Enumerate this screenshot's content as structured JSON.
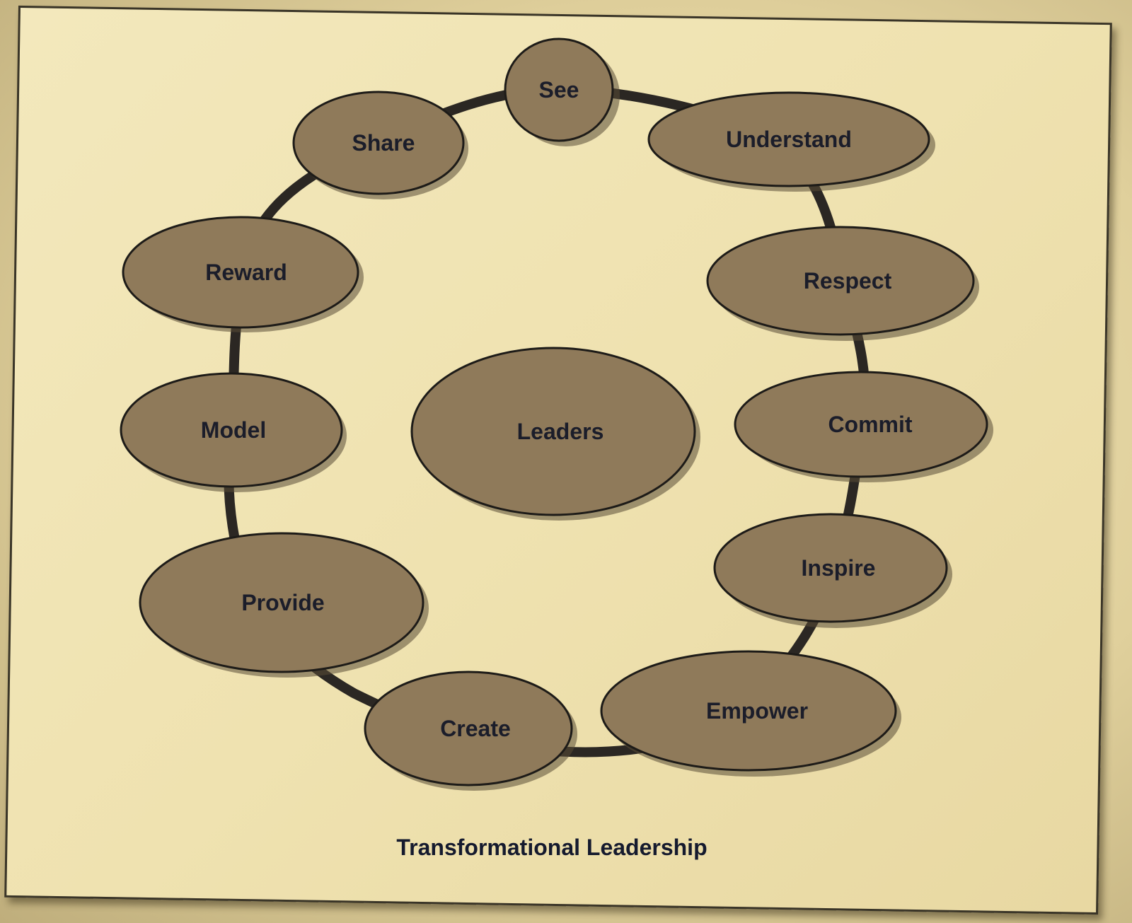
{
  "diagram": {
    "caption": "Transformational Leadership",
    "center": {
      "label": "Leaders"
    },
    "cycle": [
      {
        "id": "see",
        "label": "See"
      },
      {
        "id": "understand",
        "label": "Understand"
      },
      {
        "id": "respect",
        "label": "Respect"
      },
      {
        "id": "commit",
        "label": "Commit"
      },
      {
        "id": "inspire",
        "label": "Inspire"
      },
      {
        "id": "empower",
        "label": "Empower"
      },
      {
        "id": "create",
        "label": "Create"
      },
      {
        "id": "provide",
        "label": "Provide"
      },
      {
        "id": "model",
        "label": "Model"
      },
      {
        "id": "reward",
        "label": "Reward"
      },
      {
        "id": "share",
        "label": "Share"
      }
    ],
    "colors": {
      "node_fill": "#8f7a5a",
      "node_stroke": "#1d1b18",
      "ring": "#2b2723",
      "label": "#1b1d2a",
      "paper": "#efe2b0"
    }
  }
}
